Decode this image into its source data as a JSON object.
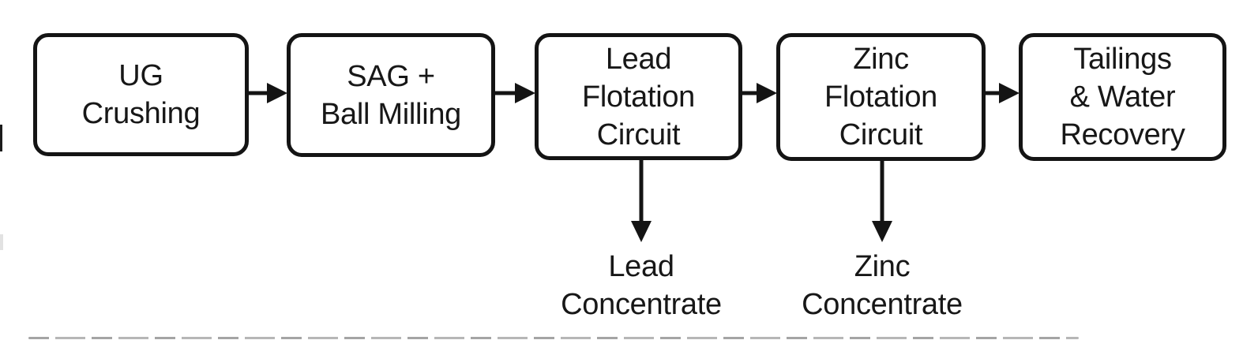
{
  "diagram": {
    "type": "flowchart",
    "background_color": "#ffffff",
    "stroke_color": "#141414",
    "text_color": "#171717",
    "nodes": [
      {
        "name": "ug-crushing",
        "lines": [
          "UG",
          "Crushing"
        ]
      },
      {
        "name": "sag-ball-milling",
        "lines": [
          "SAG +",
          "Ball Milling"
        ]
      },
      {
        "name": "lead-flotation-circuit",
        "lines": [
          "Lead",
          "Flotation",
          "Circuit"
        ]
      },
      {
        "name": "zinc-flotation-circuit",
        "lines": [
          "Zinc",
          "Flotation",
          "Circuit"
        ]
      },
      {
        "name": "tailings-water-recovery",
        "lines": [
          "Tailings",
          "& Water",
          "Recovery"
        ]
      }
    ],
    "connections": [
      {
        "from": "ug-crushing",
        "to": "sag-ball-milling",
        "direction": "right"
      },
      {
        "from": "sag-ball-milling",
        "to": "lead-flotation-circuit",
        "direction": "right"
      },
      {
        "from": "lead-flotation-circuit",
        "to": "zinc-flotation-circuit",
        "direction": "right"
      },
      {
        "from": "zinc-flotation-circuit",
        "to": "tailings-water-recovery",
        "direction": "right"
      }
    ],
    "output_labels": [
      {
        "name": "lead-concentrate",
        "from": "lead-flotation-circuit",
        "direction": "down",
        "lines": [
          "Lead",
          "Concentrate"
        ]
      },
      {
        "name": "zinc-concentrate",
        "from": "zinc-flotation-circuit",
        "direction": "down",
        "lines": [
          "Zinc",
          "Concentrate"
        ]
      }
    ]
  }
}
